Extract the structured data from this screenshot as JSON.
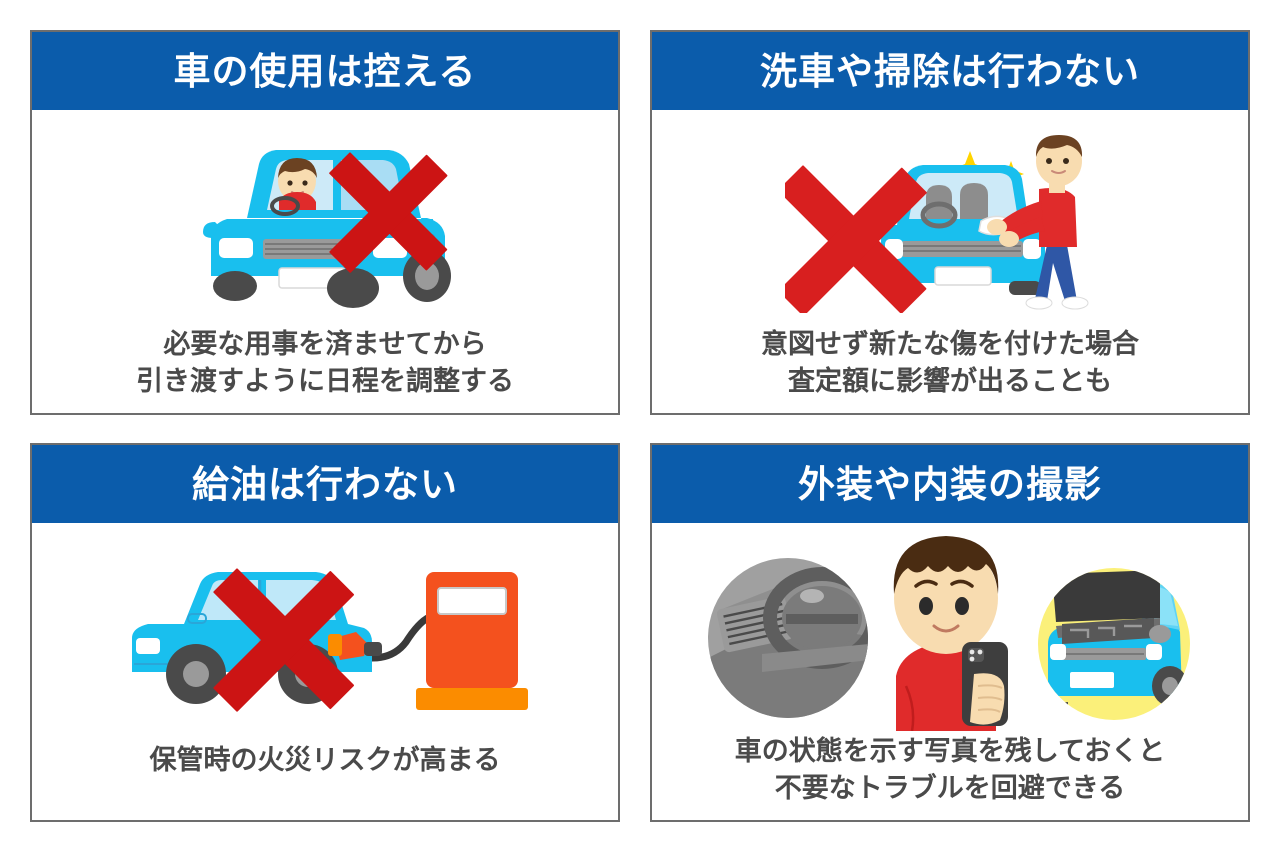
{
  "theme": {
    "header_bg": "#0b5cab",
    "header_text": "#ffffff",
    "card_border": "#6d6d6d",
    "caption_text": "#4a4a4a",
    "car_body": "#19bfee",
    "car_window": "#bfe8f9",
    "cross_red": "#d81f1f",
    "shirt_red": "#e02b2b",
    "jeans_blue": "#2f57a6",
    "skin": "#f8dcb0",
    "hair_brown": "#5b3a1e",
    "pump_orange": "#f4511e",
    "pump_base_orange": "#fb8c00",
    "sparkle_yellow": "#ffd700",
    "circle_yellow": "#fbf07a",
    "interior_gray": "#9e9e9e",
    "tire_dark": "#4a4a4a"
  },
  "cards": [
    {
      "id": "avoid-driving",
      "title": "車の使用は控える",
      "caption": "必要な用事を済ませてから\n引き渡すように日程を調整する",
      "illustration": "car-with-driver-crossed-out"
    },
    {
      "id": "no-car-wash",
      "title": "洗車や掃除は行わない",
      "caption": "意図せず新たな傷を付けた場合\n査定額に影響が出ることも",
      "illustration": "man-wiping-car-crossed-out"
    },
    {
      "id": "no-refueling",
      "title": "給油は行わない",
      "caption": "保管時の火災リスクが高まる",
      "illustration": "car-at-fuel-pump-crossed-out"
    },
    {
      "id": "photograph-exterior-interior",
      "title": "外装や内装の撮影",
      "caption": "車の状態を示す写真を残しておくと\n不要なトラブルを回避できる",
      "illustration": "man-photographing-car-interior-and-exterior"
    }
  ]
}
